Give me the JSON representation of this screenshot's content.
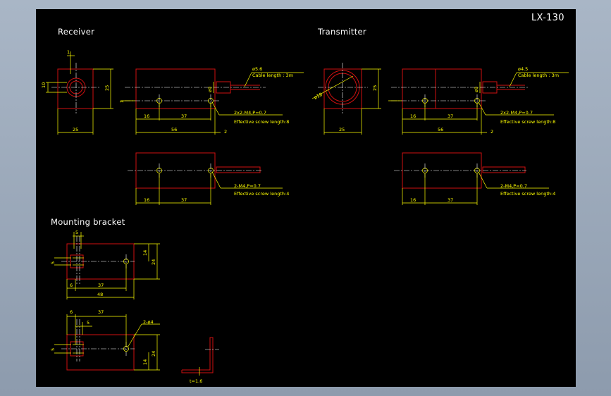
{
  "drawing": {
    "code": "LX-130",
    "receiver_title": "Receiver",
    "transmitter_title": "Transmitter",
    "bracket_title": "Mounting bracket",
    "colors": {
      "sheet": "#000000",
      "outline": "#d01010",
      "dimension": "#ffff00",
      "centerline": "#ffffff",
      "title": "#ffffff"
    }
  },
  "receiver": {
    "front_top_dim": "1",
    "front_hole_dim": "10",
    "front_height_dim": "25",
    "front_width_dim": "25",
    "cable_diameter": "ø5.6",
    "cable_length": "Cable length : 3m",
    "cable_side_dim": "ø9",
    "left_dim": "1",
    "side_dim_a": "16",
    "side_dim_b": "37",
    "side_length": "56",
    "side_end": "2",
    "screw_note_1": "2x2-M4,P=0.7",
    "screw_note_2": "Effective screw length:8",
    "bottom_dim_a": "16",
    "bottom_dim_b": "37",
    "bottom_note_1": "2-M4,P=0.7",
    "bottom_note_2": "Effective screw length:4"
  },
  "transmitter": {
    "front_circle_dim": "ø18",
    "front_height_dim": "25",
    "front_width_dim": "25",
    "cable_diameter": "ø4.5",
    "cable_length": "Cable length : 3m",
    "cable_side_dim": "ø9",
    "side_dim_a": "16",
    "side_dim_b": "37",
    "side_length": "56",
    "side_end": "2",
    "screw_note_1": "2x2-M4,P=0.7",
    "screw_note_2": "Effective screw length:8",
    "bottom_dim_a": "16",
    "bottom_dim_b": "37",
    "bottom_note_1": "2-M4,P=0.7",
    "bottom_note_2": "Effective screw length:4"
  },
  "bracket": {
    "top_slot_dim": "5",
    "top_left_dim": "5",
    "top_inner_height": "14",
    "top_height": "24",
    "top_dim_6": "6",
    "top_dim_37": "37",
    "top_width": "48",
    "bottom_dim_6": "6",
    "bottom_dim_37": "37",
    "bottom_dim_5": "5",
    "bottom_hole_note": "2-ø4",
    "bottom_left_dim": "5",
    "bottom_inner_height": "14",
    "bottom_height": "24",
    "thickness": "t=1.6"
  }
}
